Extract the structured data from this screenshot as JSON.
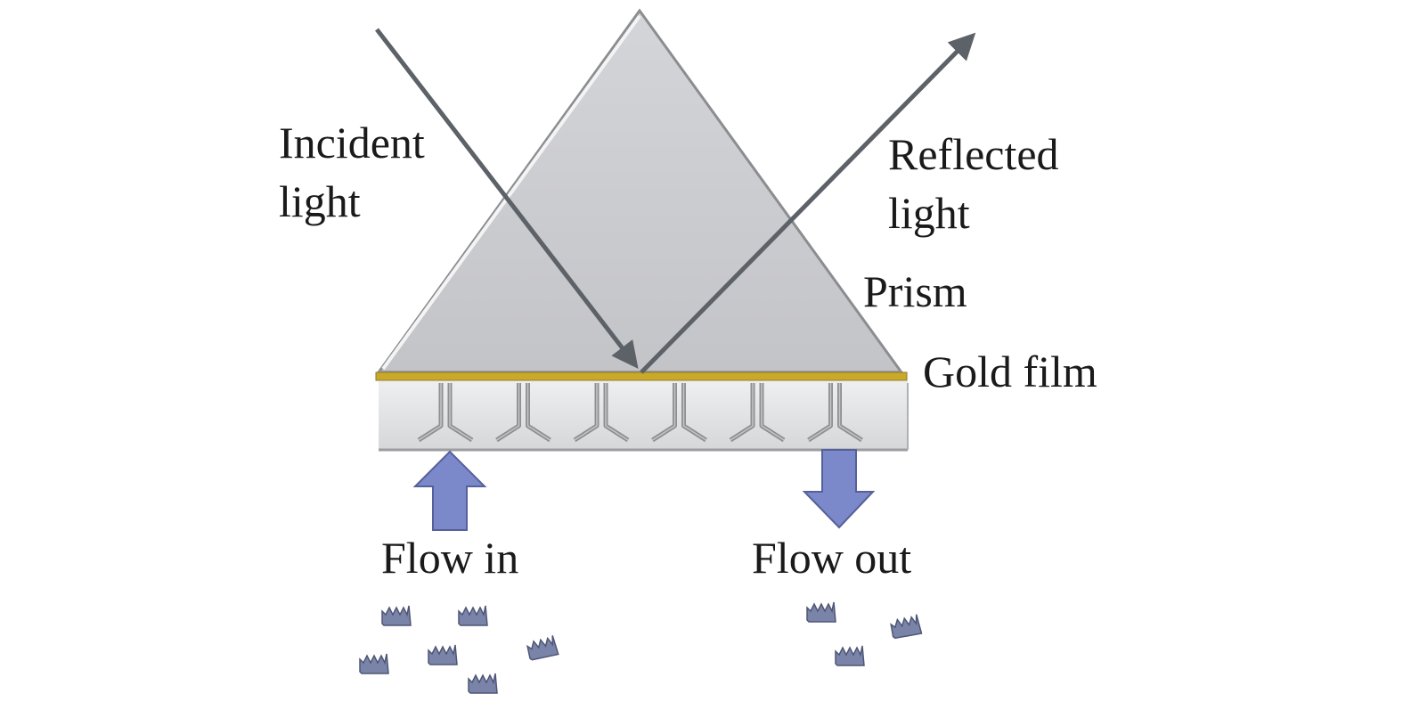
{
  "diagram": {
    "type": "surface-plasmon-resonance-schematic",
    "labels": {
      "incident_line1": "Incident",
      "incident_line2": "light",
      "reflected_line1": "Reflected",
      "reflected_line2": "light",
      "prism": "Prism",
      "gold_film": "Gold film",
      "flow_in": "Flow in",
      "flow_out": "Flow out"
    },
    "antibody_count": 6,
    "analyte_in_count": 6,
    "analyte_out_count": 3,
    "colors": {
      "prism_fill": "#c8c9cd",
      "gold_film": "#c9a82a",
      "flow_cell": "#dcdddf",
      "beam": "#5d6168",
      "flow_arrow": "#7b88c9",
      "analyte": "#7a84a8",
      "antibody": "#8e8f93"
    }
  }
}
